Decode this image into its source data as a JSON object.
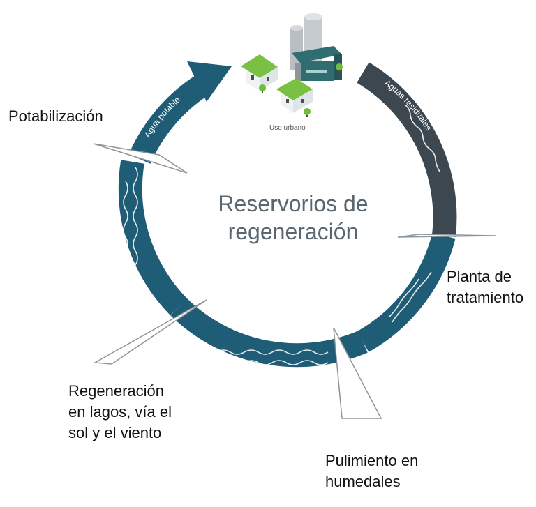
{
  "center_title": "Reservorios de\nregeneración",
  "stages": {
    "potabilizacion": "Potabilización",
    "planta": "Planta de\ntratamiento",
    "humedales": "Pulimiento en\nhumedales",
    "lagos": "Regeneración\nen lagos, vía el\nsol y el viento"
  },
  "arc_labels": {
    "agua_potable": "Agua potable",
    "aguas_residuales": "Aguas residuales"
  },
  "city_label": "Uso urbano",
  "colors": {
    "blue_arc": "#1f5c76",
    "dark_arc": "#3c474f",
    "wave": "#ffffff",
    "roof_green": "#7ac143",
    "building_teal": "#2f6d70"
  }
}
